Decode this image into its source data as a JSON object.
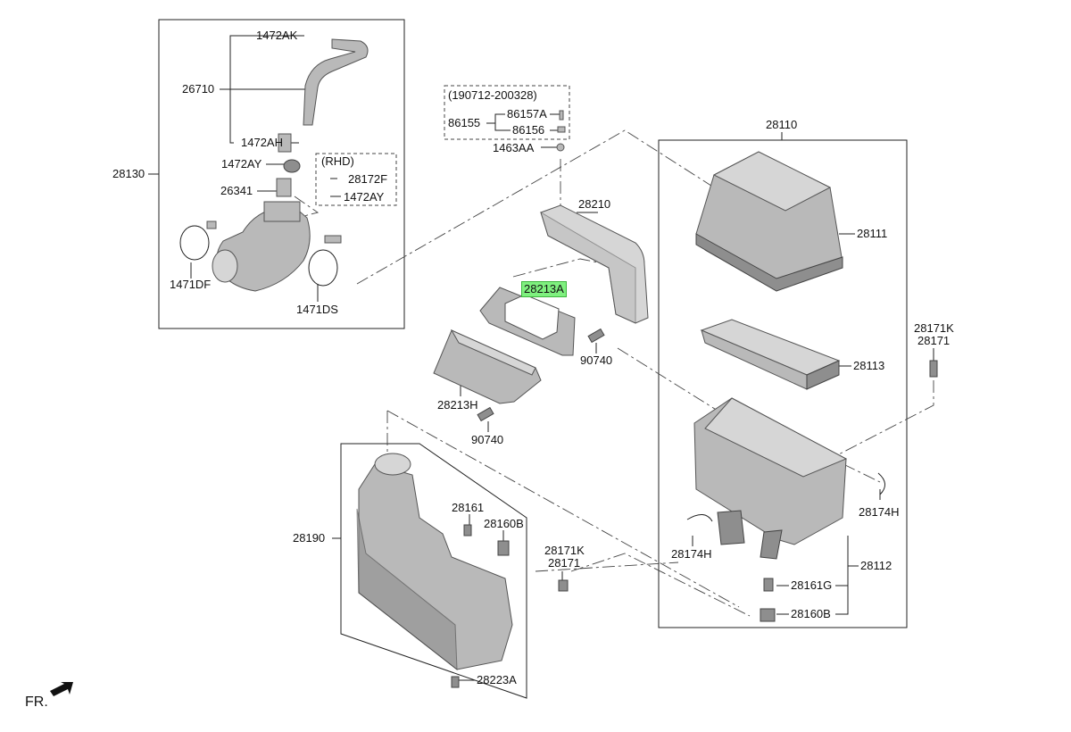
{
  "labels": {
    "l1472AK": "1472AK",
    "l26710": "26710",
    "l1472AH": "1472AH",
    "l1472AY_a": "1472AY",
    "l26341": "26341",
    "lRHD": "(RHD)",
    "l28172F": "28172F",
    "l1472AY_b": "1472AY",
    "l28130": "28130",
    "l1471DF": "1471DF",
    "l1471DS": "1471DS",
    "l190712": "(190712-200328)",
    "l86155": "86155",
    "l86157A": "86157A",
    "l86156": "86156",
    "l1463AA": "1463AA",
    "l28210": "28210",
    "l28213A": "28213A",
    "l90740_a": "90740",
    "l28213H": "28213H",
    "l90740_b": "90740",
    "l28110": "28110",
    "l28111": "28111",
    "l28113": "28113",
    "l28171K_a": "28171K",
    "l28171_a": "28171",
    "l28174H_a": "28174H",
    "l28174H_b": "28174H",
    "l28112": "28112",
    "l28161G": "28161G",
    "l28160B_a": "28160B",
    "l28190": "28190",
    "l28161": "28161",
    "l28160B_b": "28160B",
    "l28171K_b": "28171K",
    "l28171_b": "28171",
    "l28223A": "28223A",
    "lFR": "FR."
  },
  "highlighted_part": "28213A",
  "colors": {
    "highlight": "#7ff07f",
    "part_fill": "#b9b9b9"
  }
}
